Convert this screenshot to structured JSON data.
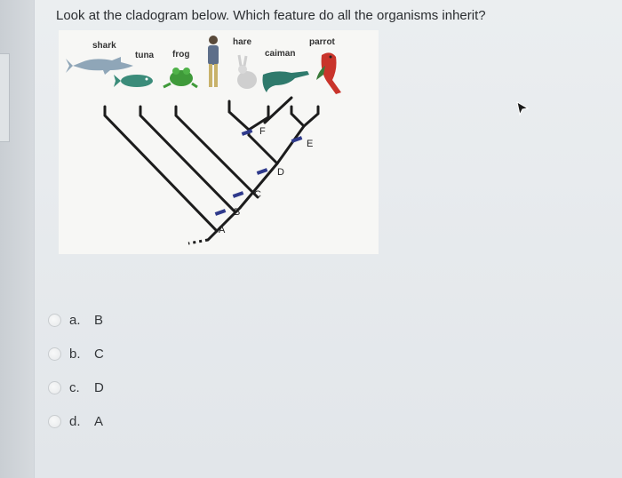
{
  "question": {
    "text": "Look at the cladogram below. Which feature do all the organisms inherit?"
  },
  "cladogram": {
    "organisms": [
      "shark",
      "tuna",
      "frog",
      "hare",
      "caiman",
      "parrot"
    ],
    "features": [
      "A",
      "B",
      "C",
      "D",
      "E",
      "F"
    ]
  },
  "options": [
    {
      "letter": "a.",
      "value": "B"
    },
    {
      "letter": "b.",
      "value": "C"
    },
    {
      "letter": "c.",
      "value": "D"
    },
    {
      "letter": "d.",
      "value": "A"
    }
  ],
  "colors": {
    "text": "#2b2e31",
    "branch": "#1c1c1c",
    "feature_mark": "#2f3a8c"
  }
}
